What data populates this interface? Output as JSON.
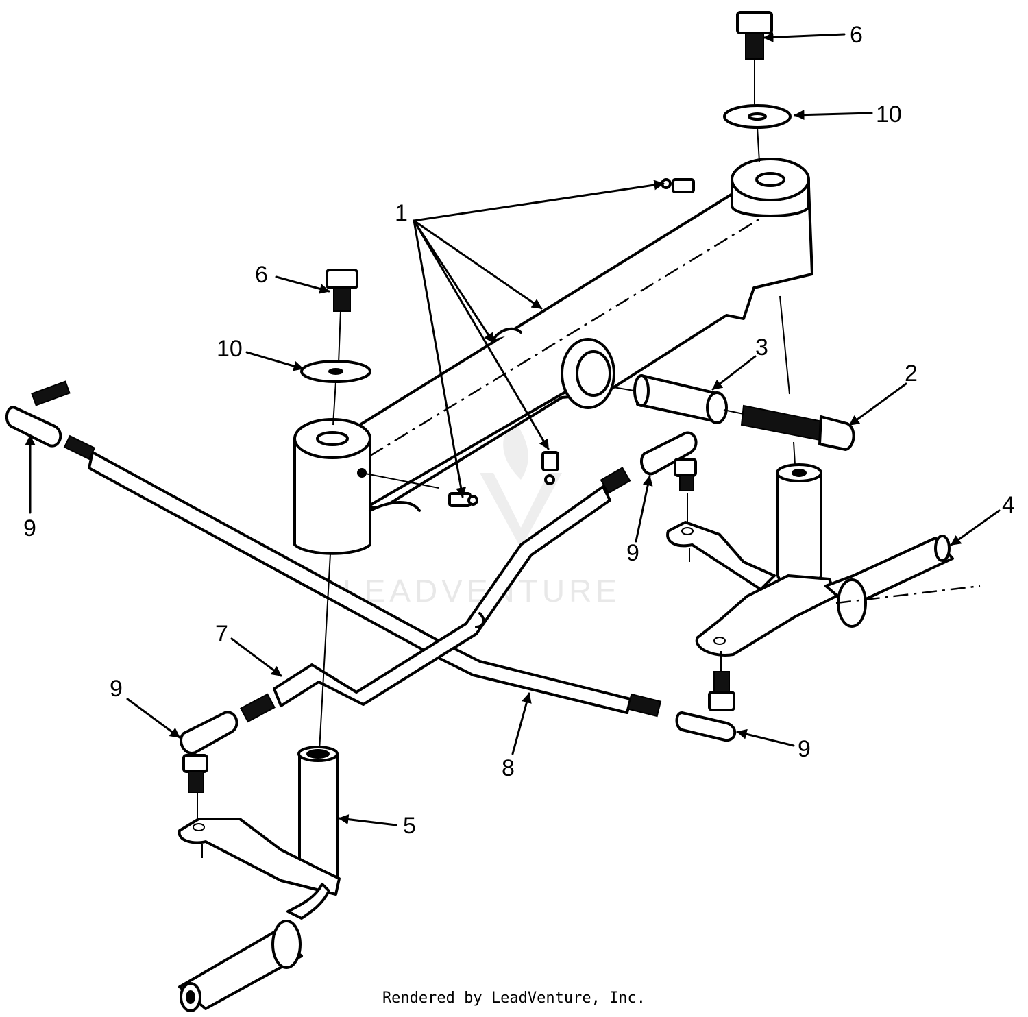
{
  "diagram": {
    "callouts": {
      "label_1": "1",
      "label_2": "2",
      "label_3": "3",
      "label_4": "4",
      "label_5": "5",
      "label_6_top": "6",
      "label_6_left": "6",
      "label_7": "7",
      "label_8": "8",
      "label_9_left": "9",
      "label_9_center": "9",
      "label_9_lower_left": "9",
      "label_9_lower_right": "9",
      "label_10_top": "10",
      "label_10_left": "10"
    },
    "watermark": "LEADVENTURE",
    "footer": "Rendered by LeadVenture, Inc."
  },
  "colors": {
    "ink": "#000000",
    "paper": "#ffffff",
    "watermark": "#e8e8e8"
  }
}
